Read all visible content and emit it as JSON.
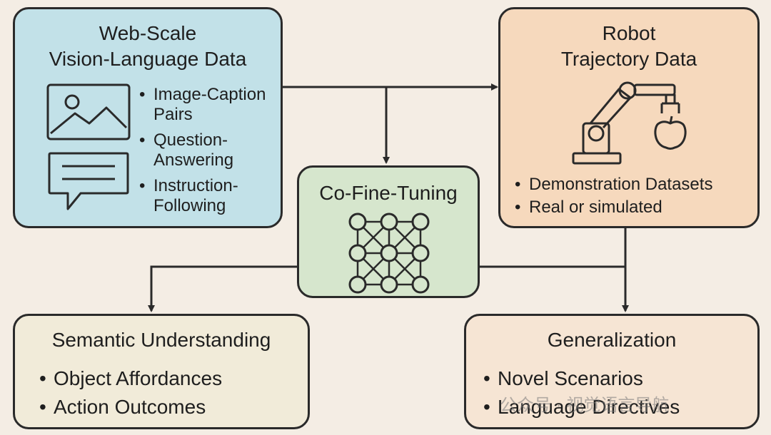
{
  "nodes": {
    "web_data": {
      "title_line1": "Web-Scale",
      "title_line2": "Vision-Language Data",
      "items": [
        "Image-Caption\nPairs",
        "Question-\nAnswering",
        "Instruction-\nFollowing"
      ],
      "fill": "#c2e1e8"
    },
    "robot_data": {
      "title_line1": "Robot",
      "title_line2": "Trajectory Data",
      "items": [
        "Demonstration Datasets",
        "Real or simulated"
      ],
      "fill": "#f6d9bd"
    },
    "co_fine_tuning": {
      "title": "Co-Fine-Tuning",
      "fill": "#d6e6cd"
    },
    "semantic": {
      "title": "Semantic Understanding",
      "items": [
        "Object Affordances",
        "Action Outcomes"
      ],
      "fill": "#f1ebd9"
    },
    "generalization": {
      "title": "Generalization",
      "items": [
        "Novel Scenarios",
        "Language Directives"
      ],
      "fill": "#f6e5d4"
    }
  },
  "icons": [
    "image-icon",
    "chat-bubble-icon",
    "robot-arm-icon",
    "neural-network-icon"
  ],
  "watermark": "公众号 · 视觉语言导航",
  "stroke_color": "#2a2a2a"
}
